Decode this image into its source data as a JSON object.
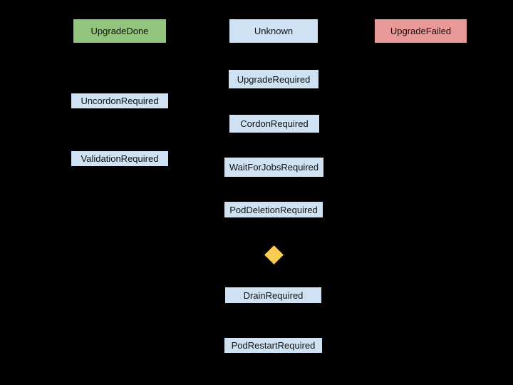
{
  "diagram": {
    "background_color": "#000000",
    "colors": {
      "done_fill": "#93c47d",
      "state_fill": "#cfe2f3",
      "failed_fill": "#ea9999",
      "decision_fill": "#fbcc53",
      "label_text": "#111111"
    },
    "nodes": {
      "upgrade_done": {
        "label": "UpgradeDone"
      },
      "unknown": {
        "label": "Unknown"
      },
      "upgrade_failed": {
        "label": "UpgradeFailed"
      },
      "upgrade_required": {
        "label": "UpgradeRequired"
      },
      "uncordon_required": {
        "label": "UncordonRequired"
      },
      "cordon_required": {
        "label": "CordonRequired"
      },
      "validation_required": {
        "label": "ValidationRequired"
      },
      "wait_for_jobs_required": {
        "label": "WaitForJobsRequired"
      },
      "pod_deletion_required": {
        "label": "PodDeletionRequired"
      },
      "drain_required": {
        "label": "DrainRequired"
      },
      "pod_restart_required": {
        "label": "PodRestartRequired"
      }
    },
    "decision_icon": "diamond"
  }
}
